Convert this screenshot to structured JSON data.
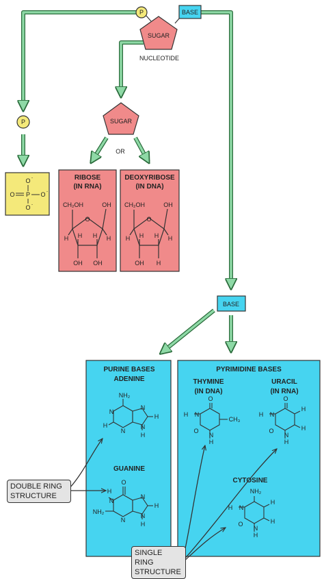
{
  "colors": {
    "arrow": "#8ed9a6",
    "phosphate": "#f4e97a",
    "sugar": "#f08a8a",
    "base": "#46d4f0"
  },
  "top": {
    "phosphate": "P",
    "sugar": "SUGAR",
    "base": "BASE",
    "caption": "NUCLEOTIDE"
  },
  "phosphate_branch": {
    "circle": "P",
    "phosphate_group": {
      "p": "P",
      "o_top": "O",
      "o_left": "O",
      "o_right": "O",
      "o_bottom": "O",
      "charge": "-"
    }
  },
  "sugar_branch": {
    "sugar": "SUGAR",
    "or": "OR",
    "ribose": {
      "title": "RIBOSE",
      "subtitle": "(IN RNA)",
      "ch2oh": "CH₂OH",
      "o": "O",
      "oh_right": "OH",
      "h": "H",
      "oh_bottom_left": "OH",
      "oh_bottom_right": "OH"
    },
    "deoxyribose": {
      "title": "DEOXYRIBOSE",
      "subtitle": "(IN DNA)",
      "ch2oh": "CH₂OH",
      "o": "O",
      "oh_right": "OH",
      "h": "H",
      "oh_bottom": "OH"
    }
  },
  "base_branch": {
    "base": "BASE",
    "purines": {
      "title": "PURINE BASES",
      "adenine": "ADENINE",
      "guanine": "GUANINE",
      "nh2": "NH₂",
      "n": "N",
      "h": "H",
      "o": "O"
    },
    "pyrimidines": {
      "title": "PYRIMIDINE BASES",
      "thymine": "THYMINE",
      "thymine_sub": "(IN DNA)",
      "uracil": "URACIL",
      "uracil_sub": "(IN RNA)",
      "cytosine": "CYTOSINE",
      "ch3": "CH₃",
      "n": "N",
      "h": "H",
      "o": "O",
      "nh2": "NH₂"
    }
  },
  "callouts": {
    "double_ring": [
      "DOUBLE RING",
      "STRUCTURE"
    ],
    "single_ring": [
      "SINGLE RING",
      "STRUCTURE"
    ]
  }
}
